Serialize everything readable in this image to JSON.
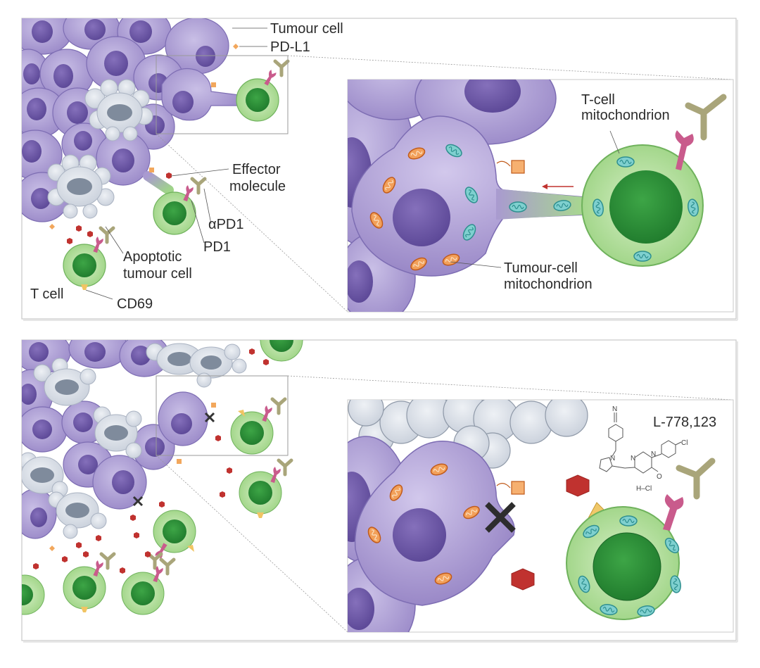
{
  "labels": {
    "tumour_cell": "Tumour cell",
    "pd_l1": "PD-L1",
    "effector_line1": "Effector",
    "effector_line2": "molecule",
    "apd1": "αPD1",
    "pd1": "PD1",
    "apoptotic_line1": "Apoptotic",
    "apoptotic_line2": "tumour cell",
    "t_cell": "T cell",
    "cd69": "CD69",
    "tcell_mito_line1": "T-cell",
    "tcell_mito_line2": "mitochondrion",
    "tumour_mito_line1": "Tumour-cell",
    "tumour_mito_line2": "mitochondrion",
    "compound": "L-778,123"
  },
  "chemical_structure": {
    "atoms": [
      "N",
      "N",
      "N",
      "N",
      "O",
      "Cl",
      "H–Cl"
    ]
  },
  "colors": {
    "tumour_cell": "#a99ad0",
    "tumour_nucleus": "#6a55a2",
    "apoptotic": "#d7dde6",
    "t_cell_outer": "#a8d88f",
    "t_cell_nucleus": "#2f8c3a",
    "effector": "#c0322f",
    "pd_l1": "#f2a75c",
    "pd1": "#c95b8c",
    "antibody": "#a9a57a",
    "cd69": "#f1c463",
    "t_mito": "#6ec7c6",
    "tumour_mito": "#e98b3e"
  }
}
